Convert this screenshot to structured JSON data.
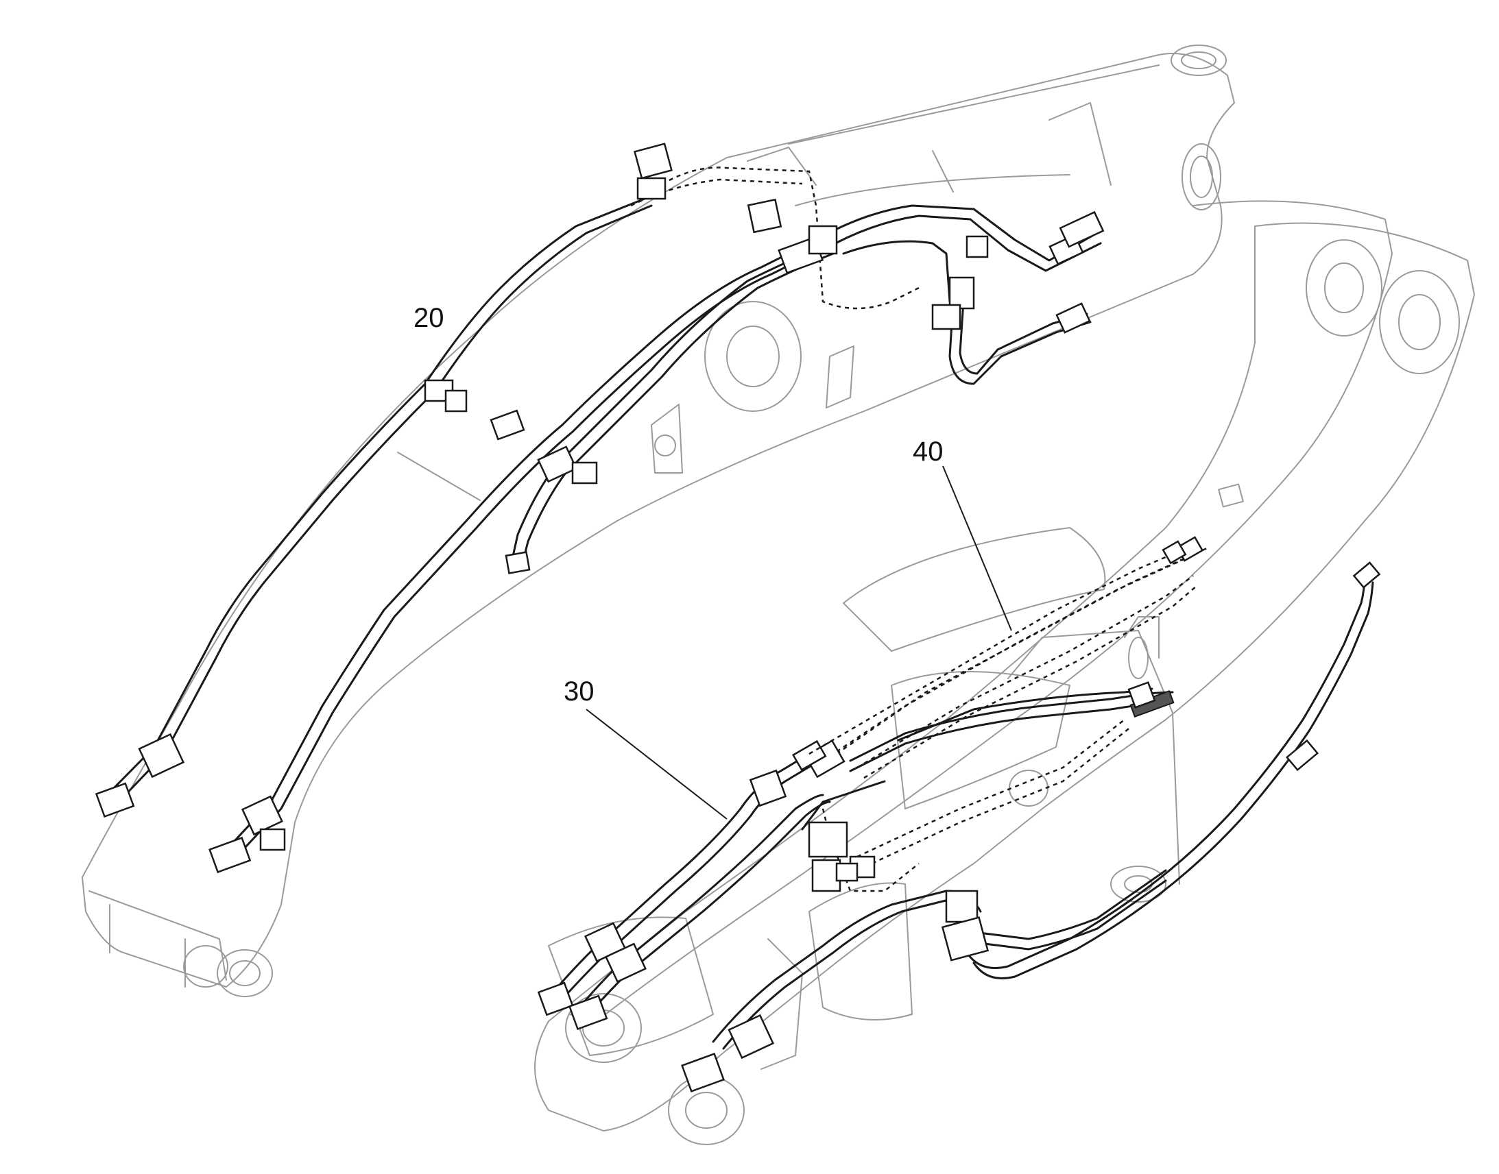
{
  "diagram": {
    "labels": [
      {
        "id": "20",
        "text": "20"
      },
      {
        "id": "30",
        "text": "30"
      },
      {
        "id": "40",
        "text": "40"
      }
    ]
  }
}
